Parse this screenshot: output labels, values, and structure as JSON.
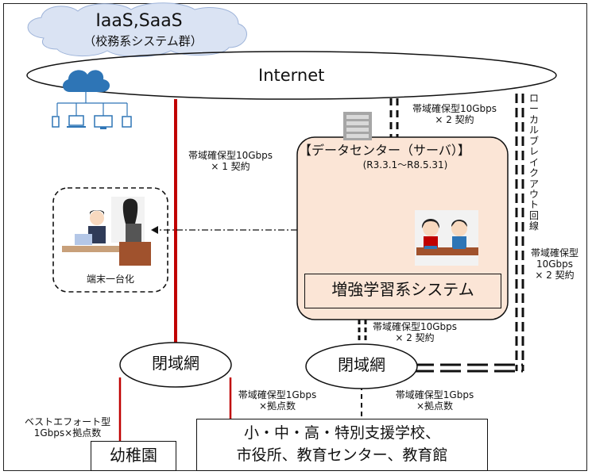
{
  "cloud": {
    "title": "IaaS,SaaS",
    "subtitle": "（校務系システム群）"
  },
  "internet_label": "Internet",
  "datacenter": {
    "title": "【データセンター（サーバ）】",
    "period": "(R3.3.1～R8.5.31)",
    "system_label": "増強学習系システム"
  },
  "links": {
    "internet_closed1": [
      "帯域確保型10Gbps",
      "× 1 契約"
    ],
    "internet_dc": [
      "帯域確保型10Gbps",
      "× 2 契約"
    ],
    "local_breakout": "ローカルブレイクアウト回線",
    "local_breakout_spec": [
      "帯域確保型",
      "10Gbps",
      "× 2 契約"
    ],
    "dc_closed2": [
      "帯域確保型10Gbps",
      "× 2 契約"
    ],
    "closed1_schools": [
      "帯域確保型1Gbps",
      "×拠点数"
    ],
    "closed2_schools": [
      "帯域確保型1Gbps",
      "×拠点数"
    ],
    "closed1_kindergarten": [
      "ベストエフォート型",
      "1Gbps×拠点数"
    ]
  },
  "closed_network_1": "閉域網",
  "closed_network_2": "閉域網",
  "terminal_label": "端末一台化",
  "kindergarten": "幼稚園",
  "schools": [
    "小・中・高・特別支援学校、",
    "市役所、教育センター、教育館"
  ],
  "colors": {
    "red_line": "#c00000",
    "dc_fill": "#fbe5d6",
    "cloud_fill": "#dae3f3",
    "icon_blue": "#2e75b6"
  }
}
